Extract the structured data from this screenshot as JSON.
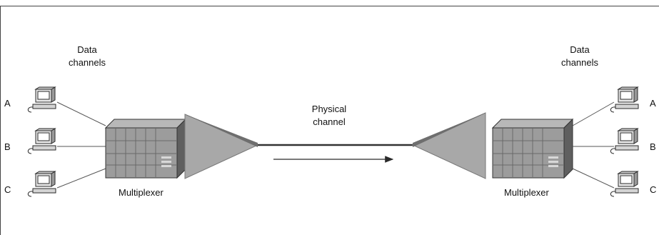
{
  "left": {
    "heading_line1": "Data",
    "heading_line2": "channels",
    "channels": [
      "A",
      "B",
      "C"
    ],
    "device_label": "Multiplexer"
  },
  "center": {
    "label_line1": "Physical",
    "label_line2": "channel"
  },
  "right": {
    "heading_line1": "Data",
    "heading_line2": "channels",
    "channels": [
      "A",
      "B",
      "C"
    ],
    "device_label": "Multiplexer"
  },
  "icons": [
    "computer-icon",
    "multiplexer-icon",
    "funnel-icon",
    "arrow-right-icon"
  ],
  "colors": {
    "border": "#444444",
    "funnel_fill": "#a8a8a8",
    "funnel_edge": "#6e6e6e",
    "link": "#555555"
  }
}
